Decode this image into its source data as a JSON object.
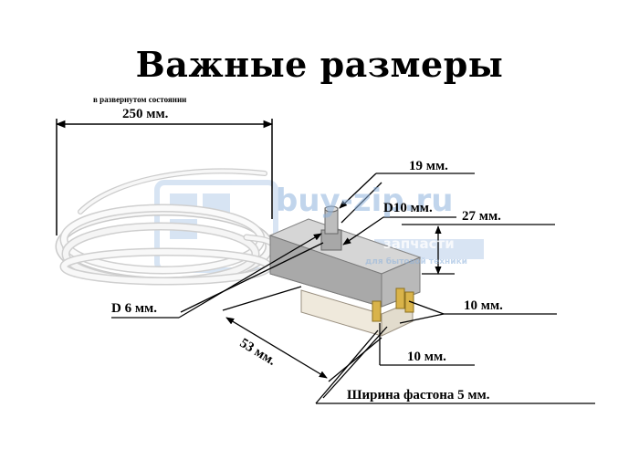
{
  "title": "Важные размеры",
  "note": "в развернутом состоянии",
  "watermark": {
    "brand": "buy-zip.ru",
    "line1": "запчасти",
    "line2": "для бытовой техники"
  },
  "dimensions": {
    "cable_length": "250 мм.",
    "knob_height": "19 мм.",
    "knob_base_diameter": "D10 мм.",
    "body_height": "27 мм.",
    "shaft_diameter": "D 6 мм.",
    "body_length": "53 мм.",
    "terminal_spacing_a": "10 мм.",
    "terminal_spacing_b": "10 мм.",
    "terminal_width": "Ширина фастона 5 мм."
  },
  "colors": {
    "line": "#000000",
    "cable": "#f4f4f4",
    "metal": "#b9b9b9",
    "plastic": "#efe9dc",
    "watermark": "#8fb3dd"
  }
}
